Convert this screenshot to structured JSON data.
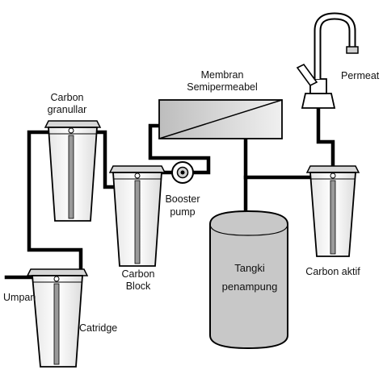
{
  "labels": {
    "umpan": "Umpan",
    "catridge": "Catridge",
    "carbon_granullar_1": "Carbon",
    "carbon_granullar_2": "granullar",
    "carbon_block_1": "Carbon",
    "carbon_block_2": "Block",
    "booster_pump_1": "Booster",
    "booster_pump_2": "pump",
    "membran_1": "Membran",
    "membran_2": "Semipermeabel",
    "tangki_1": "Tangki",
    "tangki_2": "penampung",
    "carbon_aktif": "Carbon aktif",
    "permeat": "Permeat"
  },
  "colors": {
    "line": "#000000",
    "pipe": "#000000",
    "tank_fill": "#c8c8c8",
    "membrane_fill": "#cfcfcf",
    "cartridge_fill": "#f2f2f2",
    "cartridge_cap": "#d8d8d8",
    "core": "#9a9a9a",
    "background": "#ffffff"
  },
  "icons": [
    "cartridge-filter-icon",
    "booster-pump-icon",
    "ro-membrane-icon",
    "storage-tank-icon",
    "faucet-icon"
  ]
}
